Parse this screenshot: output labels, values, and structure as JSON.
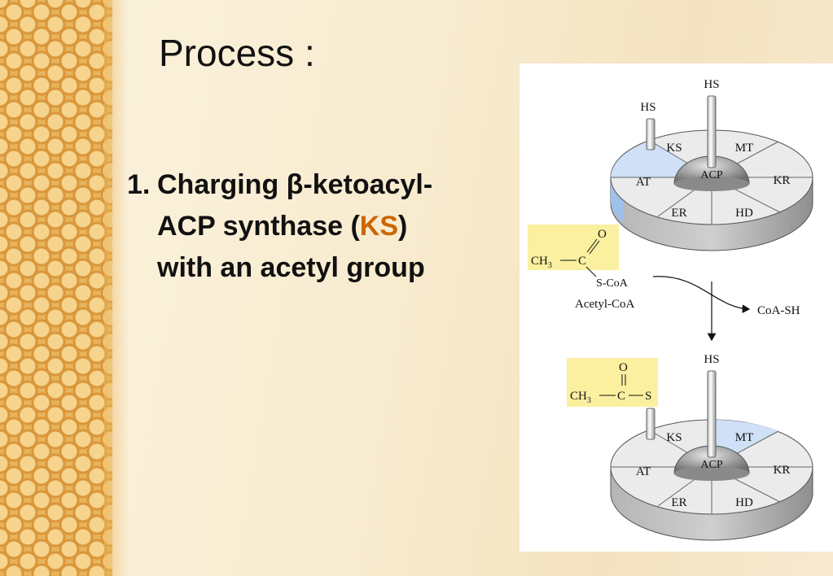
{
  "slide": {
    "title": "Process :",
    "bullet": {
      "number": "1.",
      "line1": "Charging β-ketoacyl-",
      "line2_before": "ACP synthase (",
      "line2_highlight": "KS",
      "line2_after": ")",
      "line3": "with an acetyl group"
    }
  },
  "diagram": {
    "segments": {
      "ks": "KS",
      "mt": "MT",
      "kr": "KR",
      "hd": "HD",
      "er": "ER",
      "at": "AT",
      "acp": "ACP"
    },
    "thiol": "HS",
    "acetyl_coa": {
      "ch3": "CH",
      "ch3_sub": "3",
      "c": "C",
      "o": "O",
      "s_coa": "S-CoA",
      "name": "Acetyl-CoA"
    },
    "product": "CoA-SH",
    "acetyl_bound": {
      "ch3": "CH",
      "ch3_sub": "3",
      "c": "C",
      "o": "O",
      "s": "S"
    },
    "colors": {
      "highlight_segment": "#cfe0f7",
      "acetyl_box": "#fbf0a0",
      "accent_ks": "#cc6600"
    }
  }
}
